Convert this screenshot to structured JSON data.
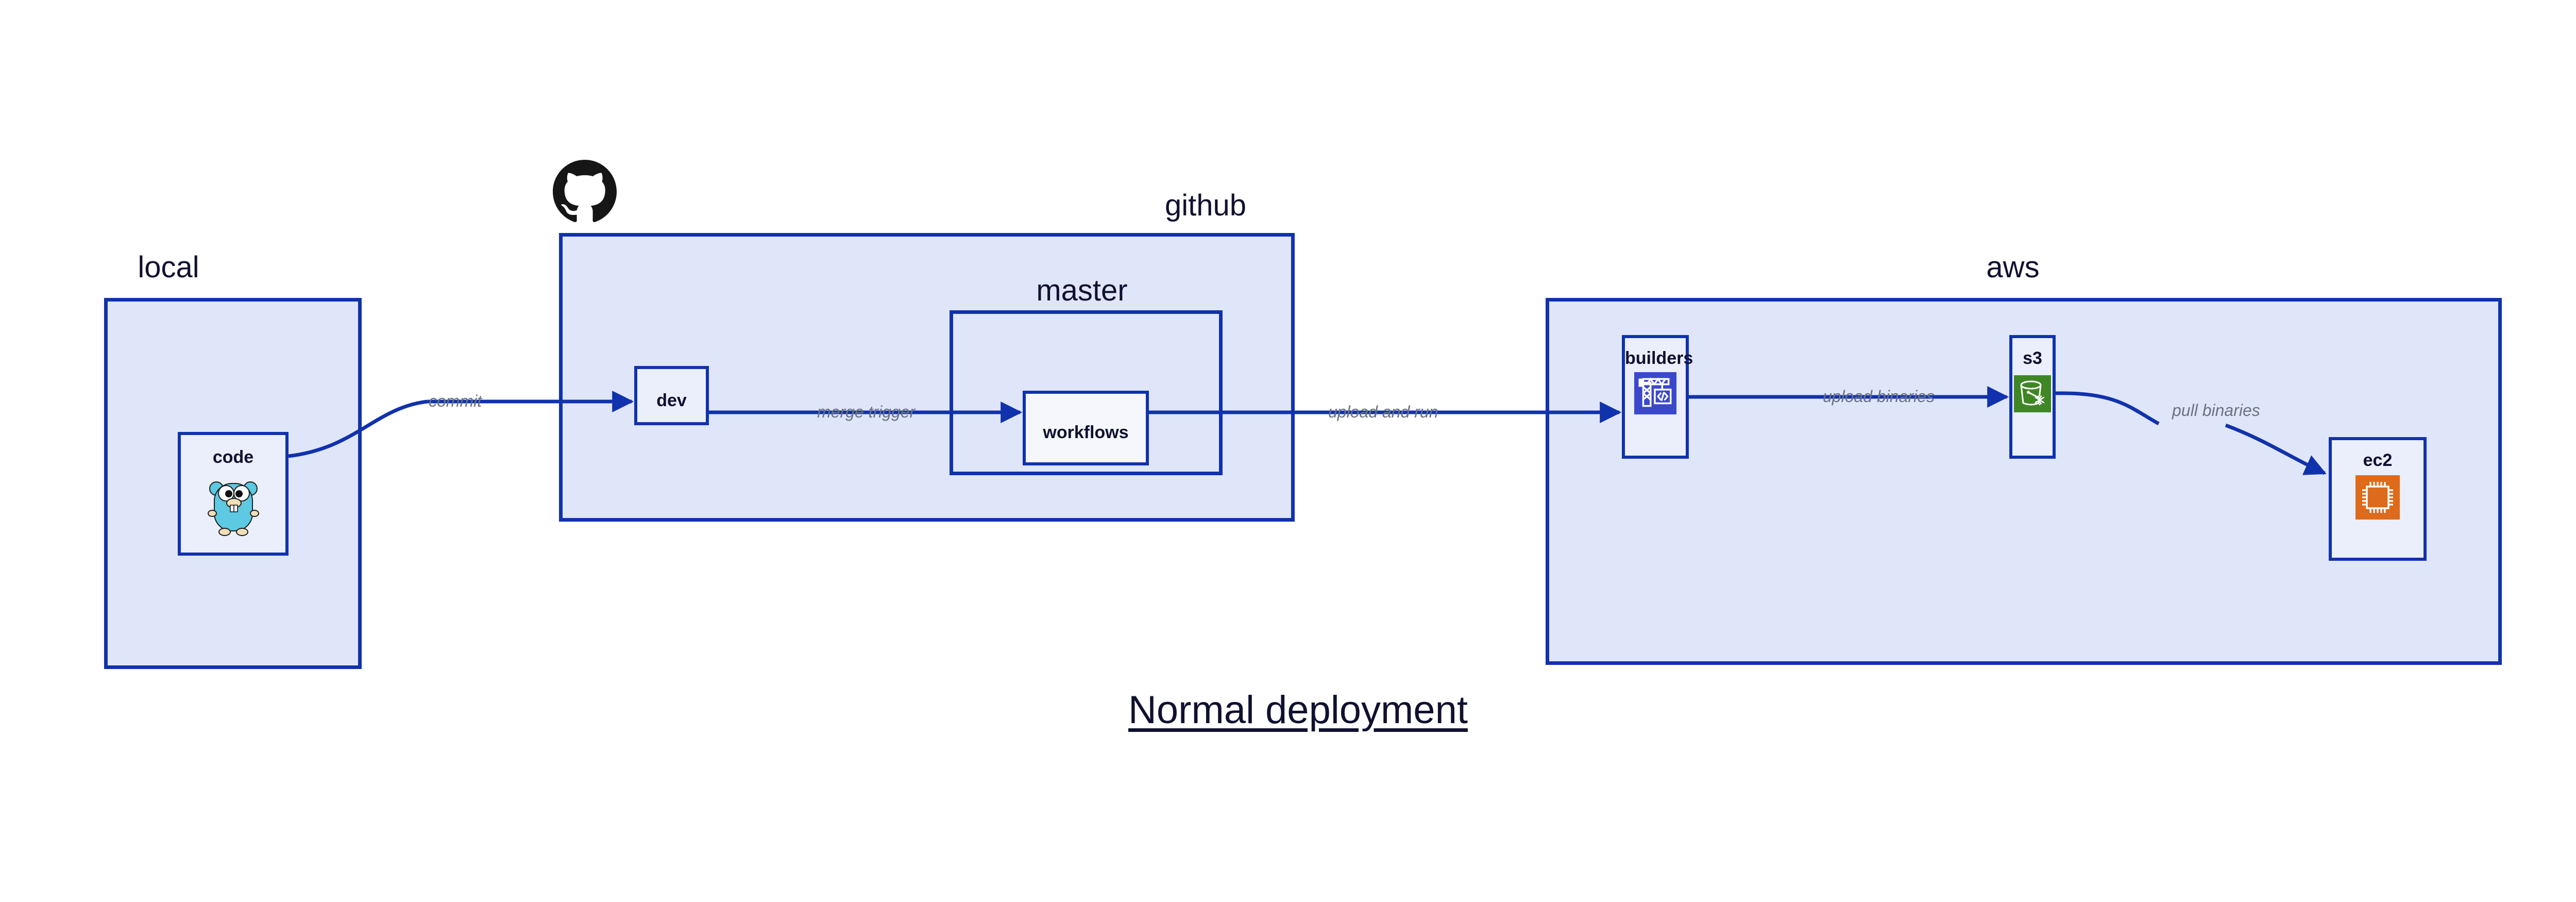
{
  "title": "Normal deployment",
  "colors": {
    "group_fill": "#e0e6fa",
    "group_border": "#1132ad",
    "node_fill": "#eaeffb",
    "node_border": "#1132ad",
    "edge_stroke": "#1132ad",
    "edge_label_text": "#6b7280",
    "label_text": "#101130",
    "gopher_body": "#5dc9e2",
    "codebuild_bg": "#3b48cc",
    "s3_bg": "#3f8624",
    "ec2_bg": "#dd6b1b",
    "octocat": "#161616"
  },
  "groups": [
    {
      "id": "local",
      "label": "local"
    },
    {
      "id": "github",
      "label": "github"
    },
    {
      "id": "master",
      "label": "master"
    },
    {
      "id": "aws",
      "label": "aws"
    }
  ],
  "nodes": [
    {
      "id": "code",
      "label": "code",
      "icon": "go-gopher-icon"
    },
    {
      "id": "dev",
      "label": "dev",
      "icon": null
    },
    {
      "id": "workflows",
      "label": "workflows",
      "icon": null
    },
    {
      "id": "builders",
      "label": "builders",
      "icon": "aws-codebuild-icon"
    },
    {
      "id": "s3",
      "label": "s3",
      "icon": "aws-s3-glacier-icon"
    },
    {
      "id": "ec2",
      "label": "ec2",
      "icon": "aws-ec2-icon"
    }
  ],
  "edges": [
    {
      "id": "commit",
      "label": "commit",
      "from": "code",
      "to": "dev"
    },
    {
      "id": "merge-trigger",
      "label": "merge trigger",
      "from": "dev",
      "to": "workflows"
    },
    {
      "id": "upload-and-run",
      "label": "upload and run",
      "from": "workflows",
      "to": "builders"
    },
    {
      "id": "upload-binaries",
      "label": "upload binaries",
      "from": "builders",
      "to": "s3"
    },
    {
      "id": "pull-binaries",
      "label": "pull binaries",
      "from": "s3",
      "to": "ec2"
    }
  ],
  "logos": [
    {
      "id": "github-logo",
      "name": "github-octocat-icon"
    }
  ]
}
